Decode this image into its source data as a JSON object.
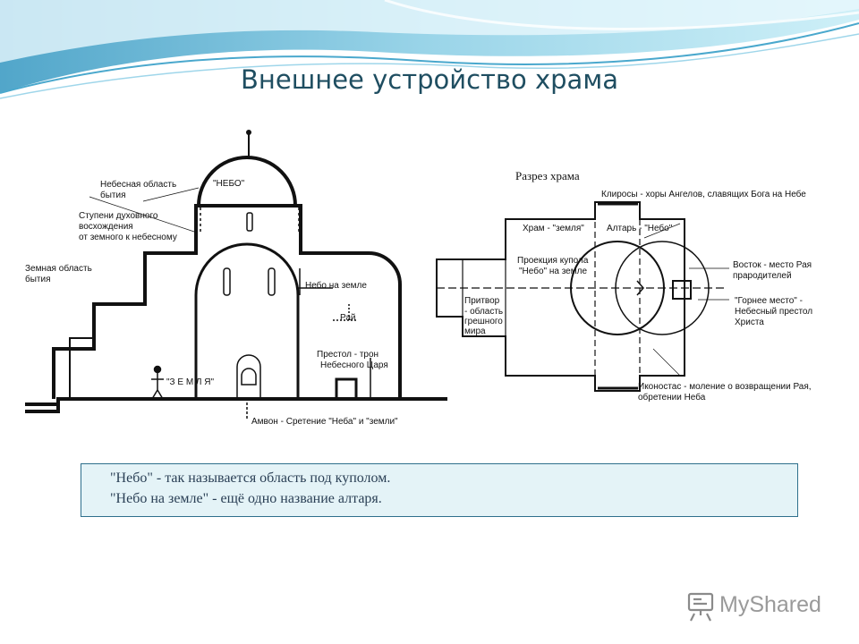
{
  "title": "Внешнее устройство храма",
  "section_diagram": {
    "heaven_area": "Небесная область бытия",
    "steps": "Ступени духовного восхождения от земного к небесному",
    "earth_area": "Земная область бытия",
    "nebo": "\"НЕБО\"",
    "nebo_na_zemle": "Небо на земле",
    "rai": "Рай",
    "prestol": "Престол - трон Небесного Царя",
    "zemlya": "\"З Е М Л Я\"",
    "ambon": "Амвон - Сретение \"Неба\" и \"земли\""
  },
  "plan_diagram": {
    "heading": "Разрез храма",
    "klirosy": "Клиросы - хоры Ангелов, славящих Бога на Небе",
    "khram": "Храм - \"земля\"",
    "altar": "Алтарь - \"Небо\"",
    "proekciya": "Проекция купола \"Небо\" на земле",
    "vostok": "Восток - место Рая прародителей",
    "gornee": "\"Горнее место\" - Небесный престол Христа",
    "pritvor": "Притвор - область грешного мира",
    "ikonostas": "Иконостас - моление о возвращении Рая, обретении Неба"
  },
  "caption": {
    "line1": "\"Небо\" - так называется область под куполом.",
    "line2": "\"Небо на земле\" - ещё одно название алтаря."
  },
  "brand": {
    "name": "MyShared",
    "icon": "projector-board-icon"
  },
  "colors": {
    "title": "#1f4e61",
    "caption_bg": "#e4f3f7",
    "caption_border": "#2e6f8c",
    "wave": "#5fb3d3"
  }
}
